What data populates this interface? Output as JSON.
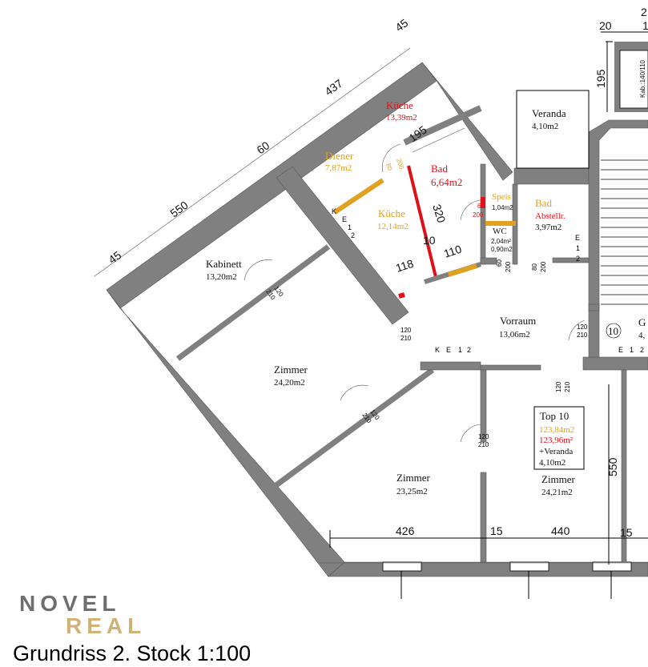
{
  "title": "Grundriss 2. Stock 1:100",
  "logo": {
    "line1": "NOVEL",
    "line2": "REAL"
  },
  "colors": {
    "wall": "#808080",
    "red": "#e0101a",
    "orange": "#e0a020"
  },
  "rooms": {
    "kueche_top": {
      "name": "Küche",
      "area": "13,39m2"
    },
    "diener": {
      "name": "Diener",
      "area": "7,87m2"
    },
    "bad": {
      "name": "Bad",
      "area": "6,64m2"
    },
    "kueche2": {
      "name": "Küche",
      "area": "12,14m2"
    },
    "speis": {
      "name": "Speis",
      "area": "1,04m2"
    },
    "wc": {
      "name": "WC",
      "area1": "2,04m²",
      "area2": "0,90m2"
    },
    "bad2": {
      "name": "Bad",
      "sub": "Abstellr.",
      "area": "3,97m2"
    },
    "veranda": {
      "name": "Veranda",
      "area": "4,10m2"
    },
    "kabinett": {
      "name": "Kabinett",
      "area": "13,20m2"
    },
    "vorraum": {
      "name": "Vorraum",
      "area": "13,06m2"
    },
    "zimmer1": {
      "name": "Zimmer",
      "area": "24,20m2"
    },
    "zimmer2": {
      "name": "Zimmer",
      "area": "23,25m2"
    },
    "zimmer3": {
      "name": "Zimmer",
      "area": "24,21m2"
    },
    "g_partial": {
      "name": "G",
      "area": "4,"
    }
  },
  "top_box": {
    "title": "Top 10",
    "area_orange": "123,84m2",
    "area_red": "123,96m²",
    "plus": "+Veranda",
    "veranda": "4,10m2"
  },
  "dimensions": {
    "d45a": "45",
    "d550": "550",
    "d60": "60",
    "d437": "437",
    "d45b": "45",
    "d195_red": "195",
    "d320": "320",
    "d10": "10",
    "d110": "110",
    "d118": "118",
    "d20": "20",
    "d195_top": "195",
    "d2": "2",
    "d1": "1",
    "d426": "426",
    "d15a": "15",
    "d440": "440",
    "d15b": "15",
    "d550v": "550"
  },
  "doors": {
    "d1w": "120",
    "d1h": "210",
    "d2w": "120",
    "d2h": "210",
    "d3w": "120",
    "d3h": "210",
    "d4w": "120",
    "d4h": "210",
    "d5w": "120",
    "d5h": "210",
    "d6w": "120",
    "d6h": "210",
    "wc_w": "60",
    "wc_h": "200",
    "bad_w": "80",
    "bad_h": "200",
    "speis_w": "6",
    "speis_h": "200",
    "diener_w": "80",
    "diener_h": "200"
  },
  "shaft_labels": {
    "k": "K",
    "e": "E",
    "one": "1",
    "two": "2"
  },
  "stair_number": "10",
  "lift_label": "Kab.:140/110"
}
